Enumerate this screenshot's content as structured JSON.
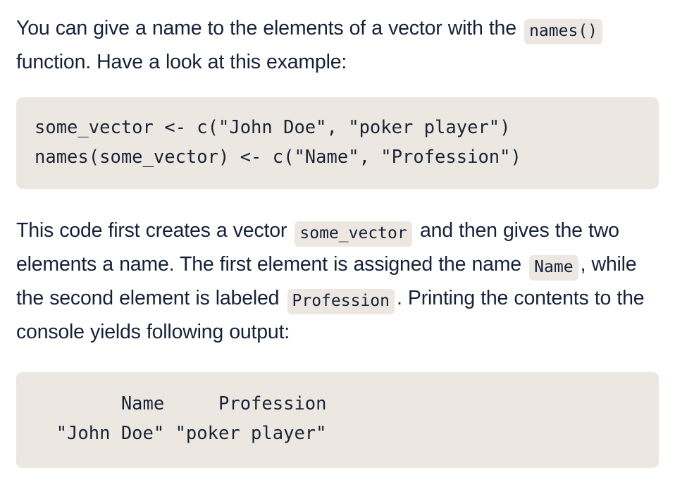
{
  "theme": {
    "page_background": "#ffffff",
    "text_color": "#16213a",
    "code_background": "#ece8e1",
    "code_text_color": "#1a2336"
  },
  "content": {
    "paragraph_1": {
      "segment_1": "You can give a name to the elements of a vector with the",
      "inline_code_1": "names()",
      "segment_2": "function. Have a look at this example:"
    },
    "code_block": {
      "line_1": "some_vector <- c(\"John Doe\", \"poker player\")",
      "line_2": "names(some_vector) <- c(\"Name\", \"Profession\")"
    },
    "paragraph_2": {
      "segment_1": "This code first creates a vector",
      "inline_code_1": "some_vector",
      "segment_2": "and then gives the two elements a name. The first element is assigned the name",
      "inline_code_2": "Name",
      "segment_3": ", while the second element is labeled",
      "inline_code_3": "Profession",
      "segment_4": ". Printing the contents to the console yields following output:"
    },
    "output_block": {
      "line_1": "        Name     Profession",
      "line_2": "  \"John Doe\" \"poker player\""
    }
  }
}
